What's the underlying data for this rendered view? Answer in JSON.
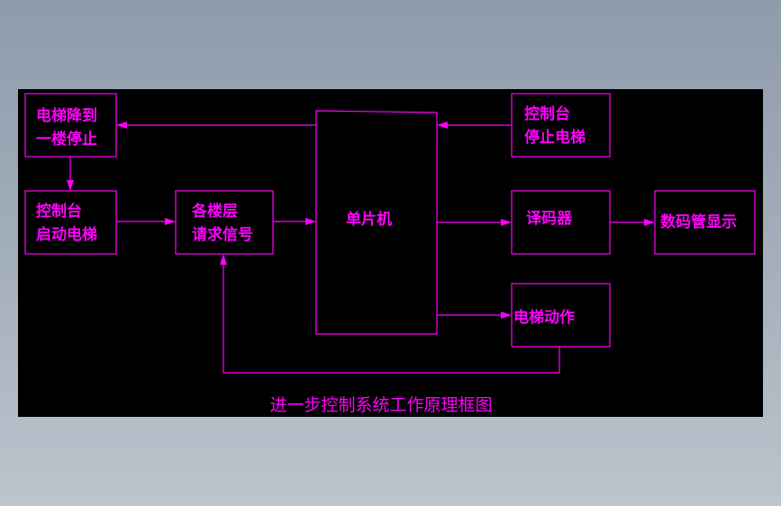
{
  "diagram": {
    "boxes": {
      "elevator_stop": {
        "line1": "电梯降到",
        "line2": "一楼停止"
      },
      "console_start": {
        "line1": "控制台",
        "line2": "启动电梯"
      },
      "floor_request": {
        "line1": "各楼层",
        "line2": "请求信号"
      },
      "mcu": {
        "label": "单片机"
      },
      "console_stop": {
        "line1": "控制台",
        "line2": "停止电梯"
      },
      "decoder": {
        "label": "译码器"
      },
      "display": {
        "label": "数码管显示"
      },
      "elevator_action": {
        "label": "电梯动作"
      }
    },
    "caption": "进一步控制系统工作原理框图"
  },
  "colors": {
    "stroke": "#ff00ff",
    "canvas": "#000000",
    "background_top": "#8e9bab",
    "background_bottom": "#bcc4cd"
  }
}
